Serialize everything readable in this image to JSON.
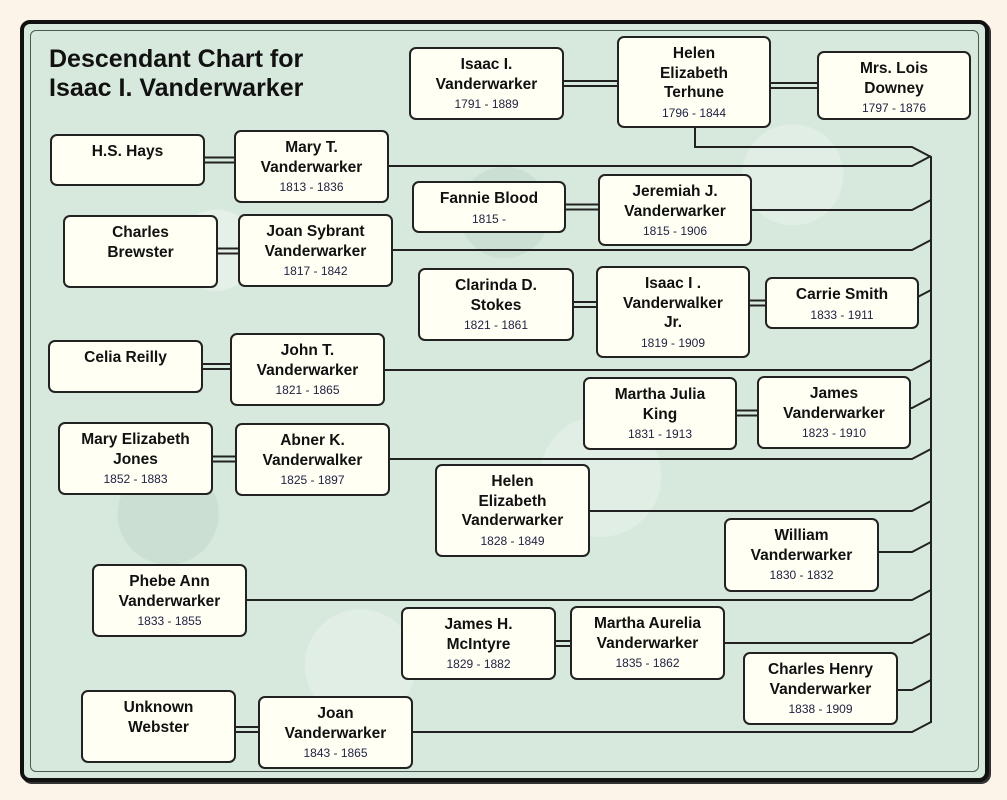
{
  "title": "Descendant Chart for\nIsaac I. Vanderwarker",
  "colors": {
    "page_background": "#fcf4e8",
    "chart_background": "#d7e9dc",
    "box_fill": "#fffff3",
    "box_border": "#222222",
    "line_color": "#222222"
  },
  "people": {
    "root": {
      "name": "Isaac I.\nVanderwarker",
      "dates": "1791 - 1889"
    },
    "root_spouse_1": {
      "name": "Helen\nElizabeth\nTerhune",
      "dates": "1796 - 1844"
    },
    "root_spouse_2": {
      "name": "Mrs. Lois\nDowney",
      "dates": "1797 - 1876"
    },
    "hs_hays": {
      "name": "H.S. Hays",
      "dates": ""
    },
    "mary_t": {
      "name": "Mary T.\nVanderwarker",
      "dates": "1813 - 1836"
    },
    "fannie_blood": {
      "name": "Fannie Blood",
      "dates": "1815 -"
    },
    "jeremiah": {
      "name": "Jeremiah J.\nVanderwarker",
      "dates": "1815 - 1906"
    },
    "charles_brewster": {
      "name": "Charles\nBrewster",
      "dates": ""
    },
    "joan_sybrant": {
      "name": "Joan Sybrant\nVanderwarker",
      "dates": "1817 - 1842"
    },
    "clarinda": {
      "name": "Clarinda D.\nStokes",
      "dates": "1821 - 1861"
    },
    "isaac_jr": {
      "name": "Isaac I .\nVanderwalker\nJr.",
      "dates": "1819 - 1909"
    },
    "carrie_smith": {
      "name": "Carrie Smith",
      "dates": "1833 - 1911"
    },
    "celia_reilly": {
      "name": "Celia Reilly",
      "dates": ""
    },
    "john_t": {
      "name": "John T.\nVanderwarker",
      "dates": "1821 - 1865"
    },
    "martha_julia": {
      "name": "Martha Julia\nKing",
      "dates": "1831 - 1913"
    },
    "james": {
      "name": "James\nVanderwarker",
      "dates": "1823 - 1910"
    },
    "mary_elizabeth_jones": {
      "name": "Mary Elizabeth\nJones",
      "dates": "1852 - 1883"
    },
    "abner": {
      "name": "Abner K.\nVanderwalker",
      "dates": "1825 - 1897"
    },
    "helen_elizabeth_v": {
      "name": "Helen\nElizabeth\nVanderwarker",
      "dates": "1828 - 1849"
    },
    "william": {
      "name": "William\nVanderwarker",
      "dates": "1830 - 1832"
    },
    "phebe_ann": {
      "name": "Phebe Ann\nVanderwarker",
      "dates": "1833 - 1855"
    },
    "james_mcintyre": {
      "name": "James H.\nMcIntyre",
      "dates": "1829 - 1882"
    },
    "martha_aurelia": {
      "name": "Martha Aurelia\nVanderwarker",
      "dates": "1835 - 1862"
    },
    "charles_henry": {
      "name": "Charles Henry\nVanderwarker",
      "dates": "1838 - 1909"
    },
    "unknown_webster": {
      "name": "Unknown\nWebster",
      "dates": ""
    },
    "joan": {
      "name": "Joan\nVanderwarker",
      "dates": "1843 - 1865"
    }
  },
  "relationships": {
    "marriages": [
      [
        "root",
        "root_spouse_1"
      ],
      [
        "root_spouse_1",
        "root_spouse_2"
      ],
      [
        "hs_hays",
        "mary_t"
      ],
      [
        "fannie_blood",
        "jeremiah"
      ],
      [
        "charles_brewster",
        "joan_sybrant"
      ],
      [
        "clarinda",
        "isaac_jr"
      ],
      [
        "isaac_jr",
        "carrie_smith"
      ],
      [
        "celia_reilly",
        "john_t"
      ],
      [
        "martha_julia",
        "james"
      ],
      [
        "mary_elizabeth_jones",
        "abner"
      ],
      [
        "james_mcintyre",
        "martha_aurelia"
      ],
      [
        "unknown_webster",
        "joan"
      ]
    ],
    "children_of_root": [
      "mary_t",
      "jeremiah",
      "joan_sybrant",
      "isaac_jr",
      "john_t",
      "james",
      "abner",
      "helen_elizabeth_v",
      "william",
      "phebe_ann",
      "martha_aurelia",
      "charles_henry",
      "joan"
    ]
  }
}
